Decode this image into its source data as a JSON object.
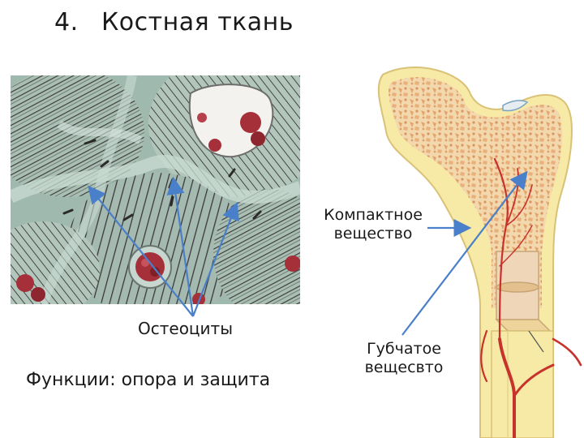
{
  "slide": {
    "number": "4.",
    "title": "Костная ткань"
  },
  "labels": {
    "osteocytes": "Остеоциты",
    "compact_line1": "Компактное",
    "compact_line2": "вещество",
    "spongy_line1": "Губчатое",
    "spongy_line2": "вещесвто",
    "functions": "Функции: опора и защита"
  },
  "colors": {
    "arrow": "#4a7fc9",
    "bone_yellow": "#f7e9a6",
    "spongy": "#eab57a",
    "vessel": "#c7332c",
    "tissue_bg": "#9fb9ae",
    "blood": "#a5303a"
  }
}
